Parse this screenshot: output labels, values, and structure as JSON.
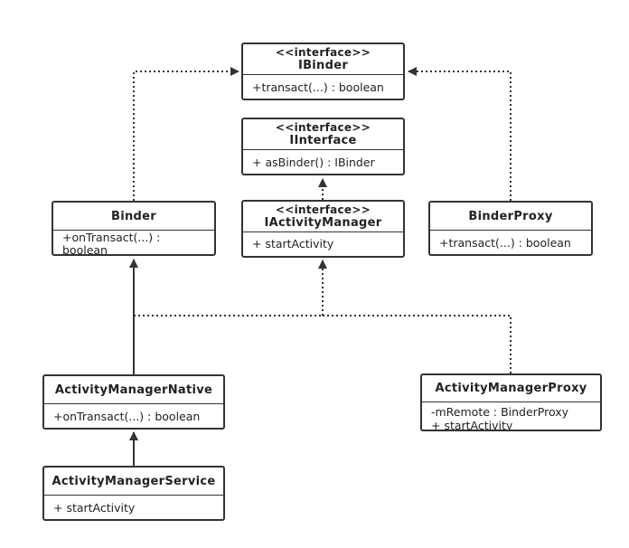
{
  "diagram": {
    "stroke_color": "#333333",
    "fill_color": "#ffffff",
    "classes": {
      "ibinder": {
        "stereotype": "<<interface>>",
        "name": "IBinder",
        "members": [
          "+transact(...) : boolean"
        ]
      },
      "iinterface": {
        "stereotype": "<<interface>>",
        "name": "IInterface",
        "members": [
          "+  asBinder() : IBinder"
        ]
      },
      "iactivitymanager": {
        "stereotype": "<<interface>>",
        "name": "IActivityManager",
        "members": [
          "+ startActivity"
        ]
      },
      "binder": {
        "name": "Binder",
        "members": [
          "+onTransact(...) : boolean"
        ]
      },
      "binderproxy": {
        "name": "BinderProxy",
        "members": [
          "+transact(...) : boolean"
        ]
      },
      "activitymanagernative": {
        "name": "ActivityManagerNative",
        "members": [
          "+onTransact(...) : boolean"
        ]
      },
      "activitymanagerproxy": {
        "name": "ActivityManagerProxy",
        "members": [
          "-mRemote : BinderProxy",
          "+ startActivity"
        ]
      },
      "activitymanagerservice": {
        "name": "ActivityManagerService",
        "members": [
          "+ startActivity"
        ]
      }
    },
    "relations": [
      {
        "from": "binder",
        "to": "ibinder",
        "kind": "realization"
      },
      {
        "from": "binderproxy",
        "to": "ibinder",
        "kind": "realization"
      },
      {
        "from": "iactivitymanager",
        "to": "iinterface",
        "kind": "generalization"
      },
      {
        "from": "activitymanagernative",
        "to": "binder",
        "kind": "generalization"
      },
      {
        "from": "activitymanagernative",
        "to": "iactivitymanager",
        "kind": "realization"
      },
      {
        "from": "activitymanagerproxy",
        "to": "iactivitymanager",
        "kind": "realization"
      },
      {
        "from": "activitymanagerservice",
        "to": "activitymanagernative",
        "kind": "generalization"
      }
    ]
  }
}
